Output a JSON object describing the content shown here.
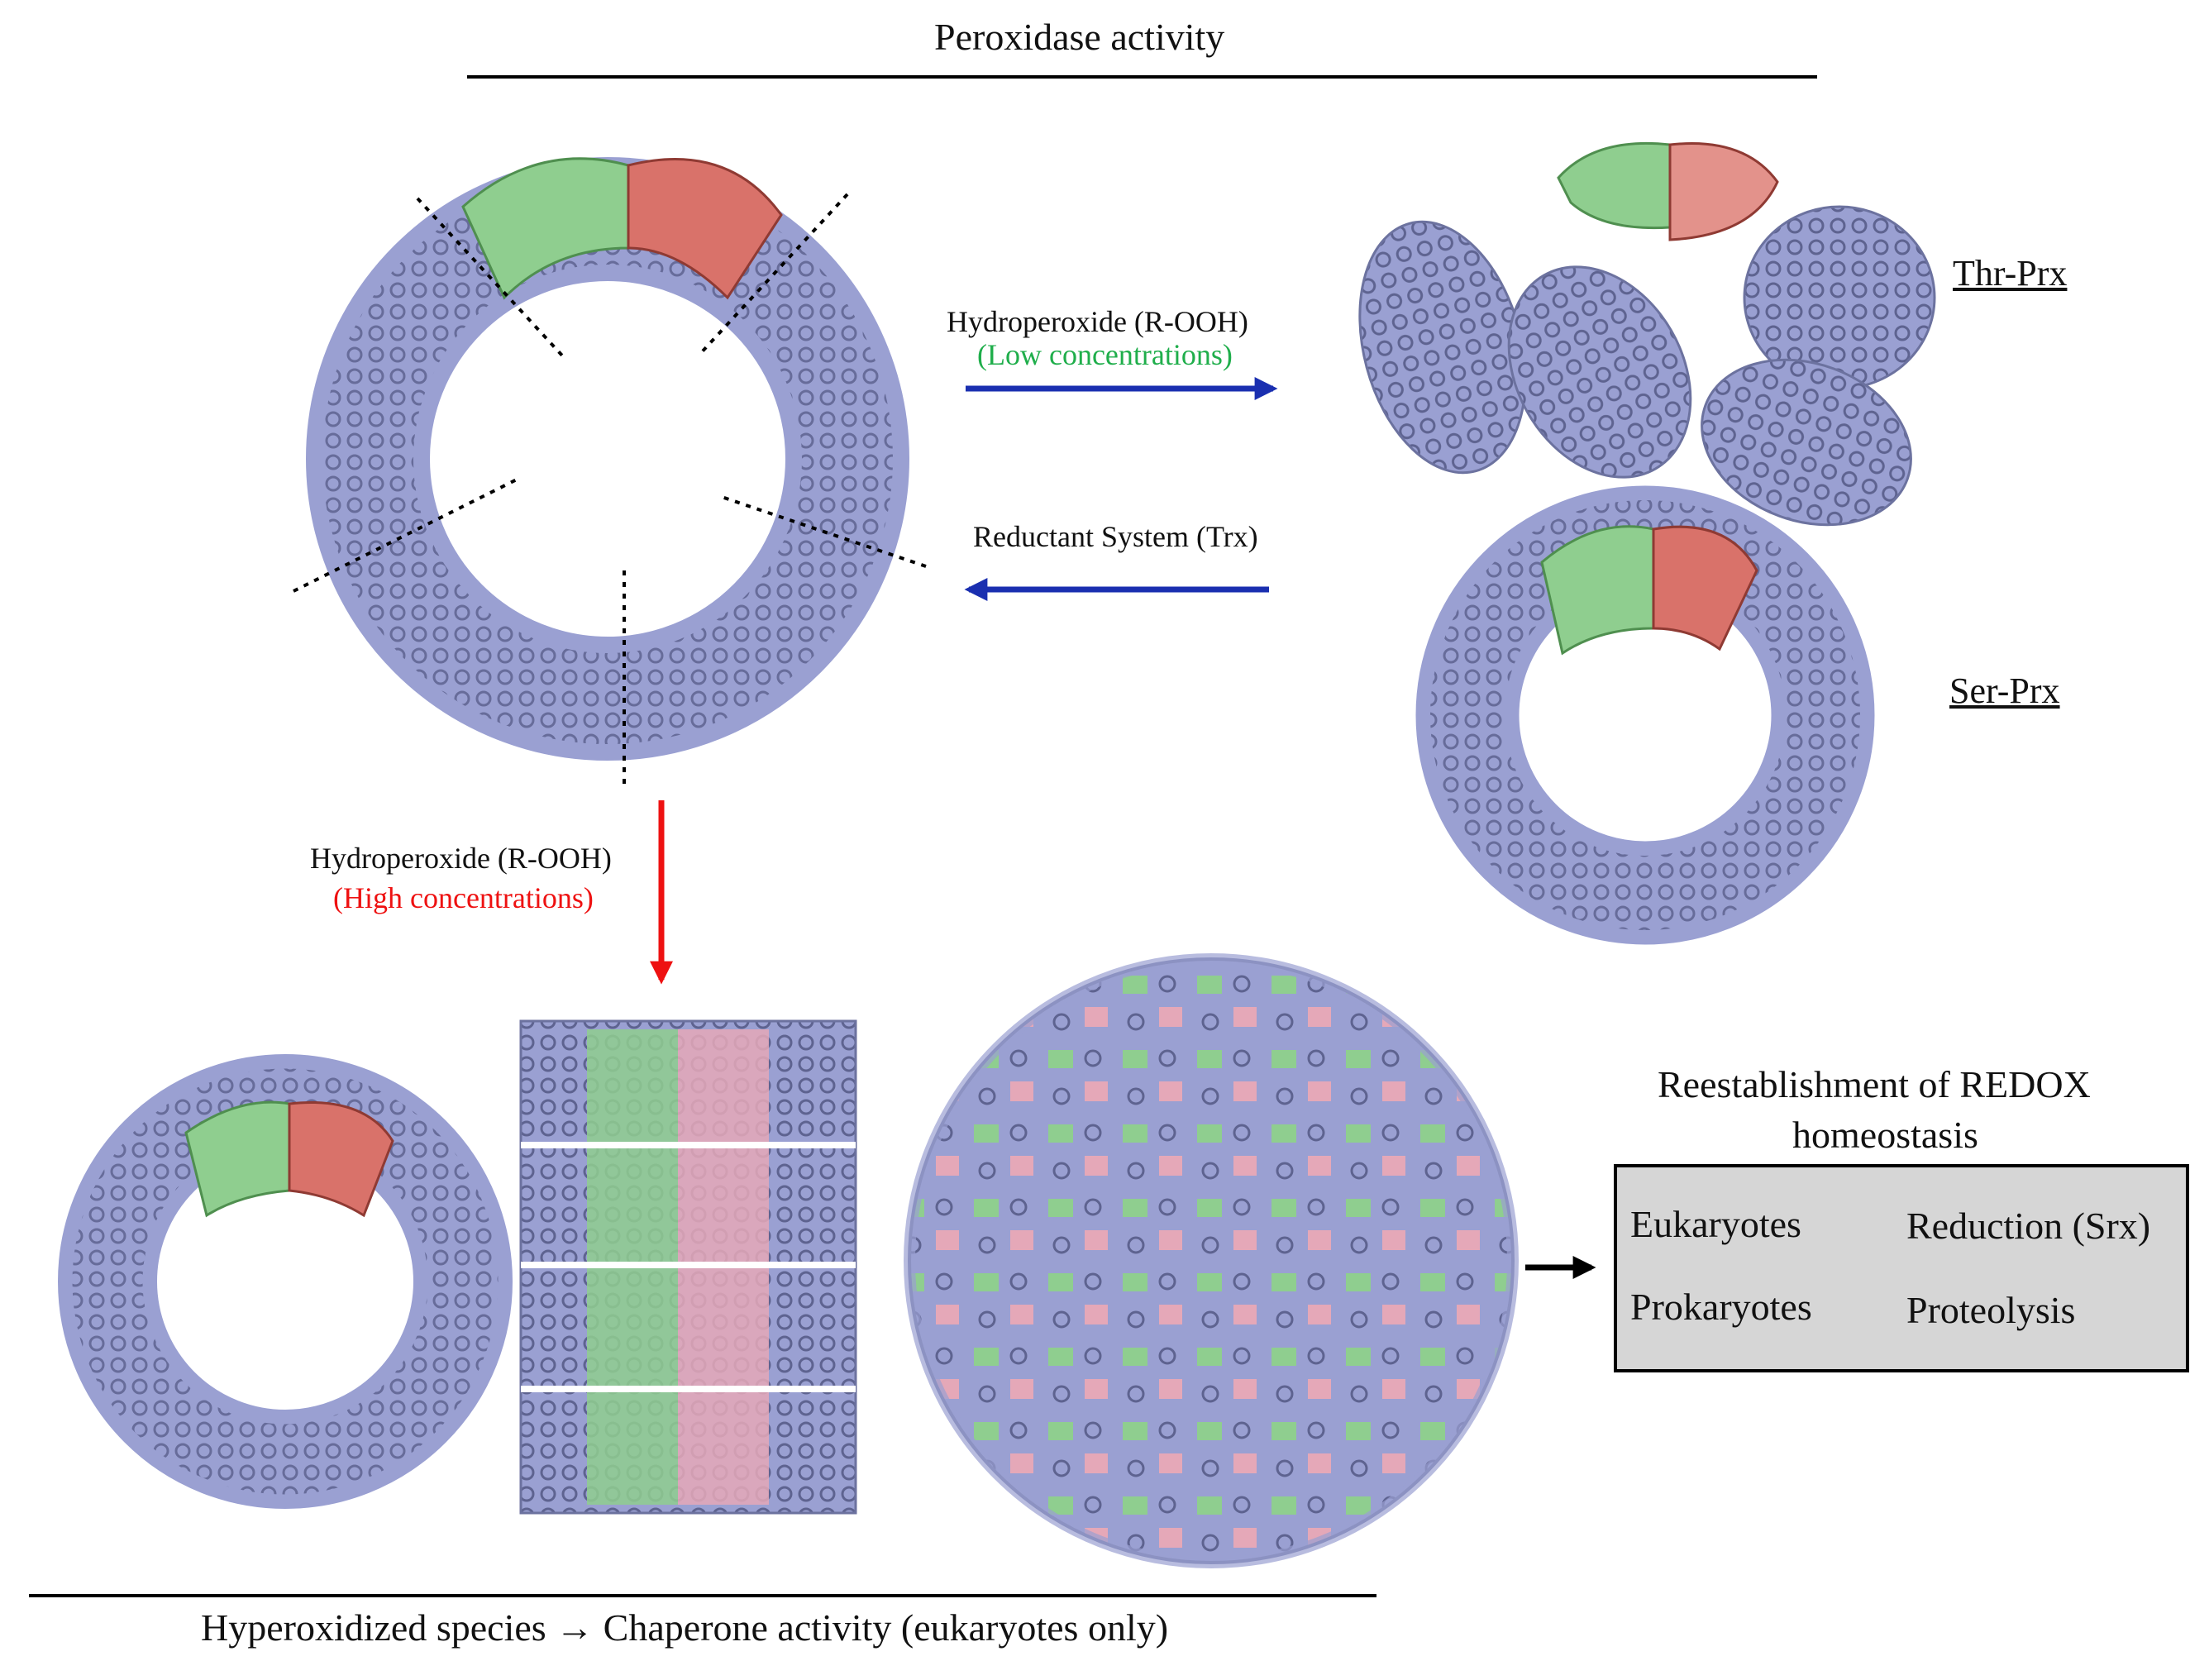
{
  "top_title": "Peroxidase activity",
  "bottom_title": "Hyperoxidized species → Chaperone activity (eukaryotes only)",
  "arrows": {
    "low": {
      "line1": "Hydroperoxide  (R-OOH)",
      "line2": "(Low concentrations)"
    },
    "reductant": {
      "line1": "Reductant System (Trx)"
    },
    "high": {
      "line1": "Hydroperoxide (R-OOH)",
      "line2": "(High concentrations)"
    }
  },
  "forms": {
    "thr": "Thr-Prx",
    "ser": "Ser-Prx"
  },
  "redox": {
    "title_line1": "Reestablishment of REDOX",
    "title_line2": "homeostasis",
    "euk": "Eukaryotes",
    "euk_result": "Reduction (Srx)",
    "prok": "Prokaryotes",
    "prok_result": "Proteolysis"
  },
  "colors": {
    "protein": "#9aa0d2",
    "protein_dark": "#6c729f",
    "green_chain": "#8fce8f",
    "red_chain": "#d9726a",
    "pink_chain": "#e5a8b8",
    "arrow_blue": "#1a2fb0",
    "arrow_red": "#ee1111",
    "arrow_green": "#22b24c",
    "low_text": "#1fae4b",
    "high_text": "#ee1111"
  }
}
